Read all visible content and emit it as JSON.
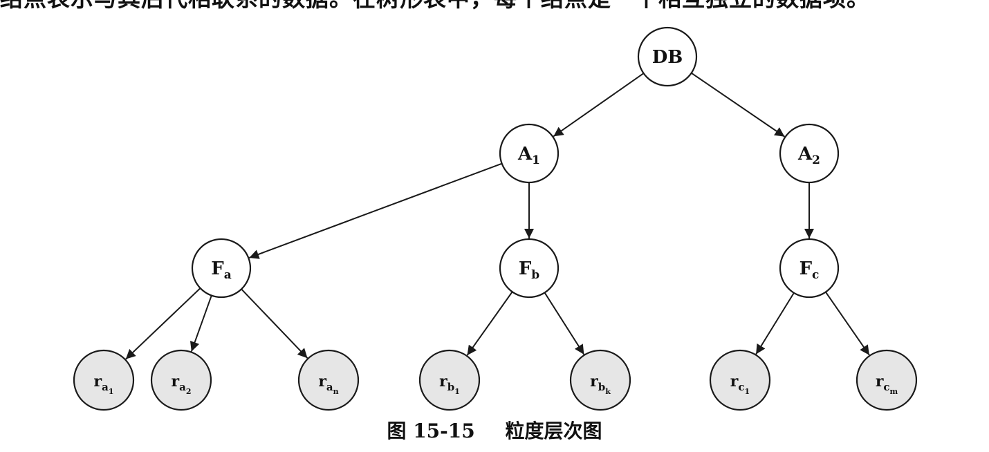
{
  "top_text": "结点表示与其后代相联系的数据。在树形表中，每个结点是一个相互独立的数据项。",
  "caption": {
    "figure_number": "图 15-15",
    "title": "粒度层次图"
  },
  "colors": {
    "internal_fill": "#ffffff",
    "leaf_fill": "#e6e6e6",
    "stroke": "#1a1a1a"
  },
  "nodes": [
    {
      "id": "db",
      "label": "DB",
      "sub": "",
      "level": "root"
    },
    {
      "id": "a1",
      "label": "A",
      "sub": "1",
      "level": "internal"
    },
    {
      "id": "a2",
      "label": "A",
      "sub": "2",
      "level": "internal"
    },
    {
      "id": "fa",
      "label": "F",
      "sub": "a",
      "level": "internal"
    },
    {
      "id": "fb",
      "label": "F",
      "sub": "b",
      "level": "internal"
    },
    {
      "id": "fc",
      "label": "F",
      "sub": "c",
      "level": "internal"
    },
    {
      "id": "ra1",
      "label": "r",
      "sub": "a",
      "subsub": "1",
      "level": "leaf"
    },
    {
      "id": "ra2",
      "label": "r",
      "sub": "a",
      "subsub": "2",
      "level": "leaf"
    },
    {
      "id": "ran",
      "label": "r",
      "sub": "a",
      "subsub": "n",
      "level": "leaf"
    },
    {
      "id": "rb1",
      "label": "r",
      "sub": "b",
      "subsub": "1",
      "level": "leaf"
    },
    {
      "id": "rbk",
      "label": "r",
      "sub": "b",
      "subsub": "k",
      "level": "leaf"
    },
    {
      "id": "rc1",
      "label": "r",
      "sub": "c",
      "subsub": "1",
      "level": "leaf"
    },
    {
      "id": "rcm",
      "label": "r",
      "sub": "c",
      "subsub": "m",
      "level": "leaf"
    }
  ],
  "edges": [
    [
      "db",
      "a1"
    ],
    [
      "db",
      "a2"
    ],
    [
      "a1",
      "fa"
    ],
    [
      "a1",
      "fb"
    ],
    [
      "a2",
      "fc"
    ],
    [
      "fa",
      "ra1"
    ],
    [
      "fa",
      "ra2"
    ],
    [
      "fa",
      "ran"
    ],
    [
      "fb",
      "rb1"
    ],
    [
      "fb",
      "rbk"
    ],
    [
      "fc",
      "rc1"
    ],
    [
      "fc",
      "rcm"
    ]
  ]
}
